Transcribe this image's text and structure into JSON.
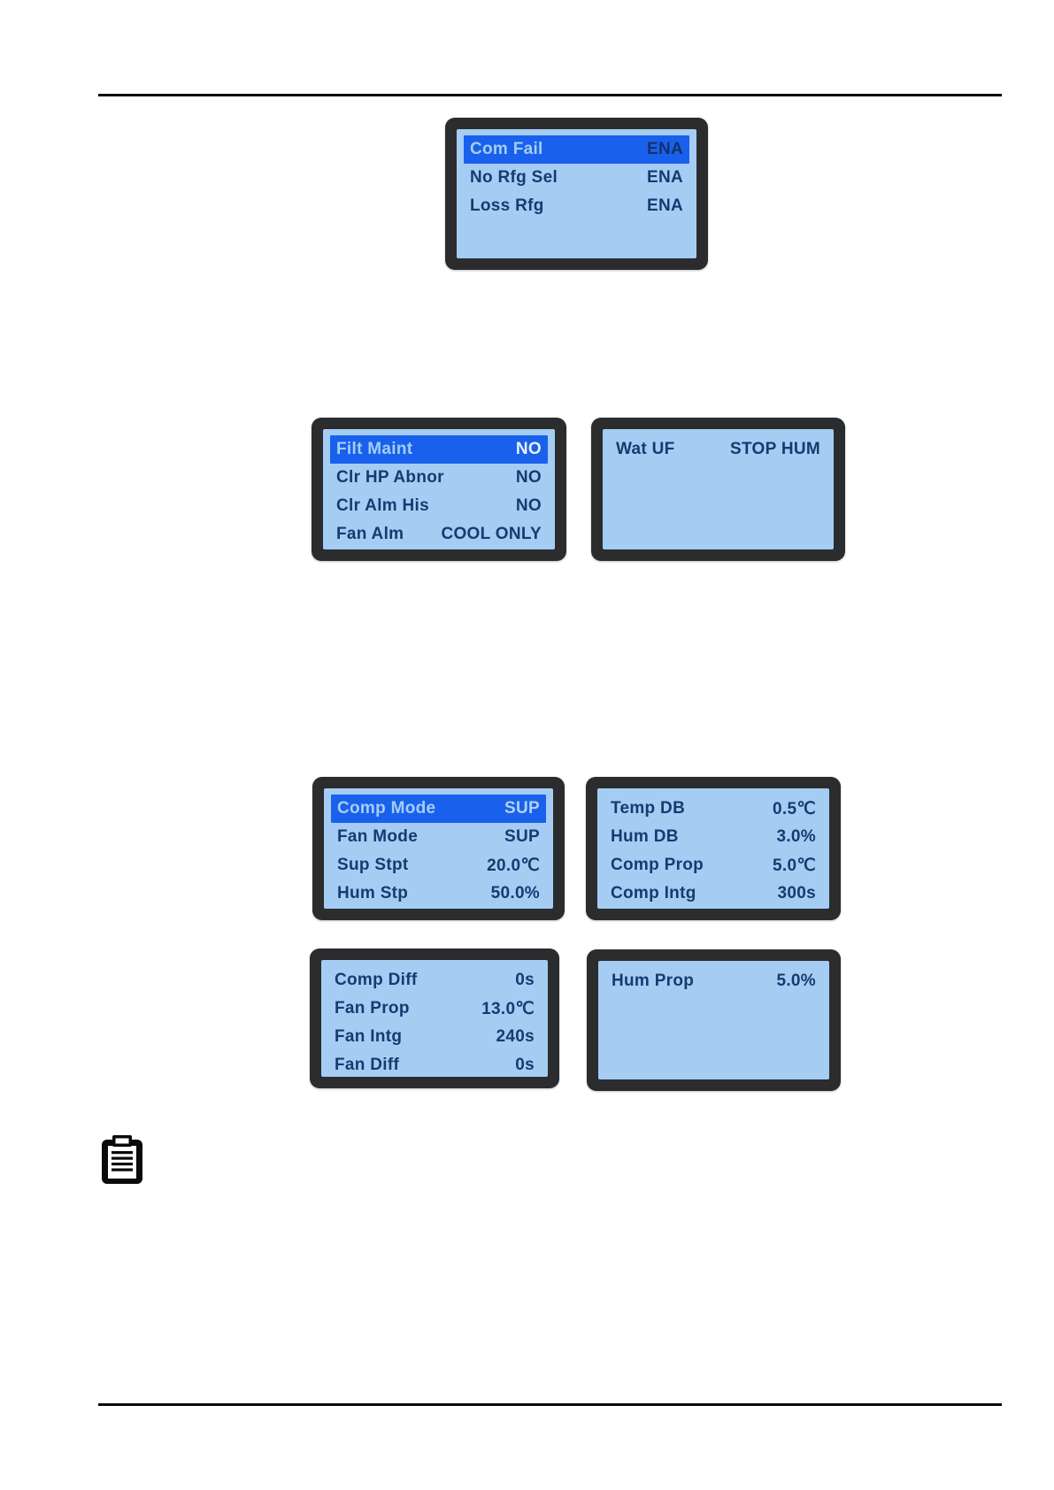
{
  "document": {
    "kind": "controller-manual-page",
    "top_rule": true,
    "bottom_rule": true
  },
  "colors": {
    "page_bg": "#ffffff",
    "rule": "#0a0a0a",
    "panel_frame": "#2a2c2e",
    "screen_bg": "#a5cdf3",
    "highlight_bg": "#1961ec",
    "text": "#173a72",
    "highlight_label_text": "#a5cdf3"
  },
  "icons": {
    "note": "clipboard-icon"
  },
  "panels": [
    {
      "name": "alarm-enable-screen",
      "rows": [
        {
          "label": "Com Fail",
          "value": "ENA",
          "highlighted": true
        },
        {
          "label": "No Rfg Sel",
          "value": "ENA",
          "highlighted": false
        },
        {
          "label": "Loss Rfg",
          "value": "ENA",
          "highlighted": false
        }
      ]
    },
    {
      "name": "maintenance-screen",
      "rows": [
        {
          "label": "Filt Maint",
          "value": "NO",
          "highlighted": true
        },
        {
          "label": "Clr HP Abnor",
          "value": "NO",
          "highlighted": false
        },
        {
          "label": "Clr Alm His",
          "value": "NO",
          "highlighted": false
        },
        {
          "label": "Fan Alm",
          "value": "COOL ONLY",
          "highlighted": false
        }
      ]
    },
    {
      "name": "water-underflow-screen",
      "rows": [
        {
          "label": "Wat UF",
          "value": "STOP HUM",
          "highlighted": false
        }
      ]
    },
    {
      "name": "mode-setpoint-screen",
      "rows": [
        {
          "label": "Comp Mode",
          "value": "SUP",
          "highlighted": true
        },
        {
          "label": "Fan Mode",
          "value": "SUP",
          "highlighted": false
        },
        {
          "label": "Sup Stpt",
          "value": "20.0℃",
          "highlighted": false
        },
        {
          "label": "Hum Stp",
          "value": "50.0%",
          "highlighted": false
        }
      ]
    },
    {
      "name": "deadband-pid-screen",
      "rows": [
        {
          "label": "Temp DB",
          "value": "0.5℃",
          "highlighted": false
        },
        {
          "label": "Hum DB",
          "value": "3.0%",
          "highlighted": false
        },
        {
          "label": "Comp Prop",
          "value": "5.0℃",
          "highlighted": false
        },
        {
          "label": "Comp Intg",
          "value": "300s",
          "highlighted": false
        }
      ]
    },
    {
      "name": "fan-pid-screen",
      "rows": [
        {
          "label": "Comp Diff",
          "value": "0s",
          "highlighted": false
        },
        {
          "label": "Fan Prop",
          "value": "13.0℃",
          "highlighted": false
        },
        {
          "label": "Fan Intg",
          "value": "240s",
          "highlighted": false
        },
        {
          "label": "Fan Diff",
          "value": "0s",
          "highlighted": false
        }
      ]
    },
    {
      "name": "humidity-prop-screen",
      "rows": [
        {
          "label": "Hum Prop",
          "value": "5.0%",
          "highlighted": false
        }
      ]
    }
  ]
}
